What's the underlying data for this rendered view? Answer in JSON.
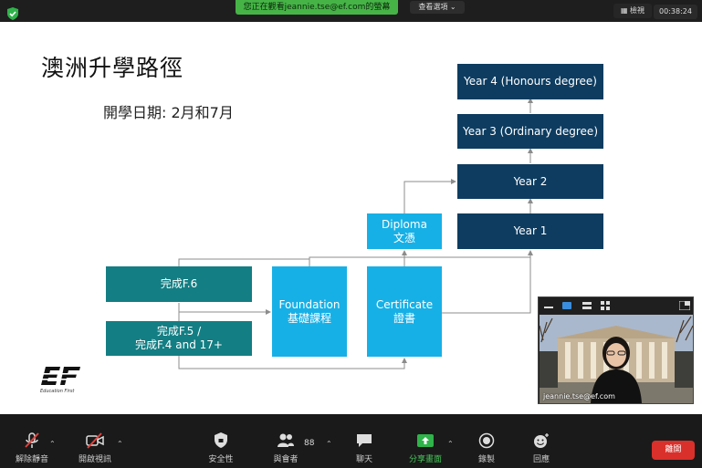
{
  "topbar": {
    "share_banner": "您正在觀看jeannie.tse@ef.com的螢幕",
    "view_options": "查看選項 ⌄",
    "view_button": "檢視",
    "timer": "00:38:24"
  },
  "slide": {
    "title": "澳洲升學路徑",
    "subtitle": "開學日期:  2月和7月",
    "year4": "Year 4 (Honours degree)",
    "year3": "Year 3 (Ordinary degree)",
    "year2": "Year 2",
    "year1": "Year 1",
    "diploma_line1": "Diploma",
    "diploma_line2": "文憑",
    "f6": "完成F.6",
    "f5_line1": "完成F.5 /",
    "f5_line2": "完成F.4 and 17+",
    "foundation_line1": "Foundation",
    "foundation_line2": "基礎課程",
    "certificate_line1": "Certificate",
    "certificate_line2": "證書",
    "logo_caption": "Education First"
  },
  "video": {
    "participant_name": "jeannie.tse@ef.com"
  },
  "toolbar": {
    "unmute": "解除靜音",
    "start_video": "開啟視訊",
    "security": "安全性",
    "participants": "與會者",
    "participants_count": "88",
    "chat": "聊天",
    "share_screen": "分享畫面",
    "record": "錄製",
    "reactions": "回應",
    "leave": "離開"
  },
  "colors": {
    "navy": "#0d3c60",
    "teal": "#137e83",
    "cyan": "#17b0e6",
    "share_green": "#46b347",
    "leave_red": "#d9302b"
  }
}
